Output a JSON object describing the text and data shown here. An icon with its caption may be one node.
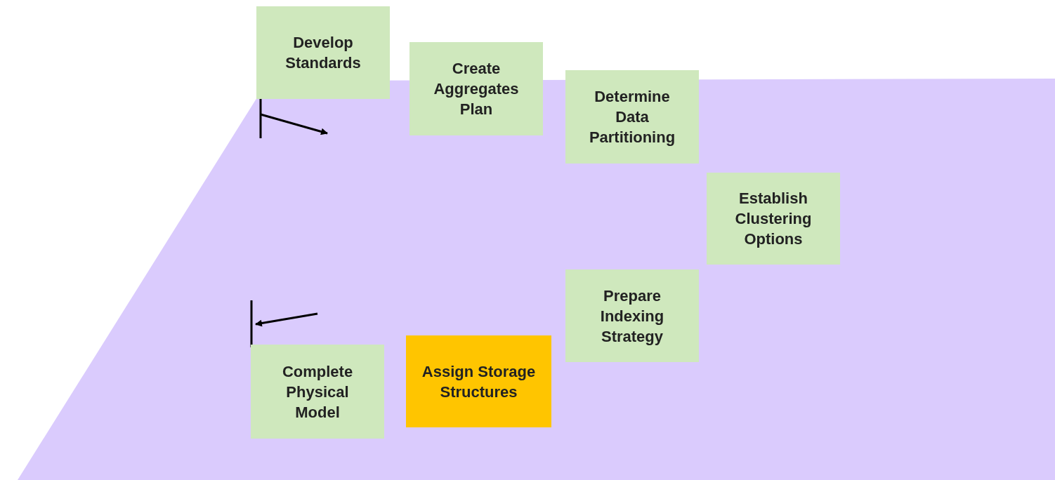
{
  "diagram": {
    "nodes": [
      {
        "text": [
          "Develop Standards"
        ]
      },
      {
        "text": [
          "Create Aggregates Plan"
        ]
      },
      {
        "text": [
          "Determine Data Partitioning"
        ]
      },
      {
        "text": [
          "Establish Clustering Options"
        ]
      },
      {
        "text": [
          "Prepare Indexing Strategy"
        ]
      },
      {
        "text": [
          "Assign Storage Structures"
        ]
      },
      {
        "text": [
          "Complete Physical Model"
        ]
      }
    ]
  }
}
